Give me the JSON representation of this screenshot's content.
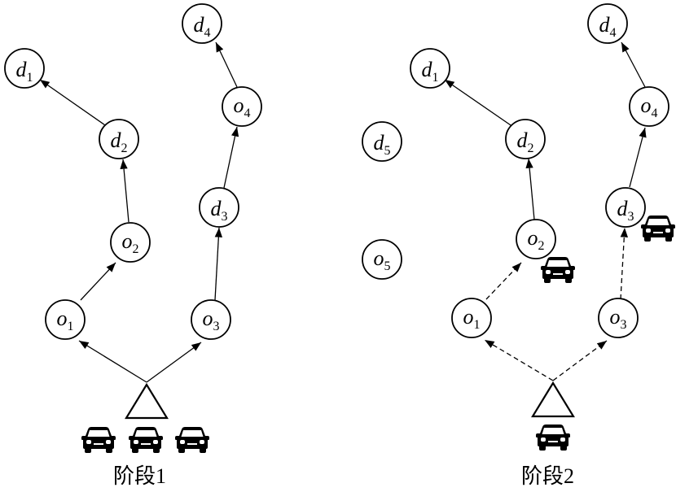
{
  "panels": [
    {
      "label": "阶段1",
      "nodes": [
        {
          "letter": "d",
          "sub": "1"
        },
        {
          "letter": "d",
          "sub": "2"
        },
        {
          "letter": "o",
          "sub": "2"
        },
        {
          "letter": "o",
          "sub": "1"
        },
        {
          "letter": "d",
          "sub": "4"
        },
        {
          "letter": "o",
          "sub": "4"
        },
        {
          "letter": "d",
          "sub": "3"
        },
        {
          "letter": "o",
          "sub": "3"
        }
      ],
      "depot_vehicle_count": 3
    },
    {
      "label": "阶段2",
      "nodes": [
        {
          "letter": "d",
          "sub": "1"
        },
        {
          "letter": "d",
          "sub": "2"
        },
        {
          "letter": "o",
          "sub": "2"
        },
        {
          "letter": "o",
          "sub": "1"
        },
        {
          "letter": "d",
          "sub": "4"
        },
        {
          "letter": "o",
          "sub": "4"
        },
        {
          "letter": "d",
          "sub": "3"
        },
        {
          "letter": "o",
          "sub": "3"
        },
        {
          "letter": "d",
          "sub": "5"
        },
        {
          "letter": "o",
          "sub": "5"
        }
      ],
      "depot_vehicle_count": 1
    }
  ],
  "icons": {
    "vehicle": "car-icon",
    "depot": "triangle-depot-icon"
  }
}
